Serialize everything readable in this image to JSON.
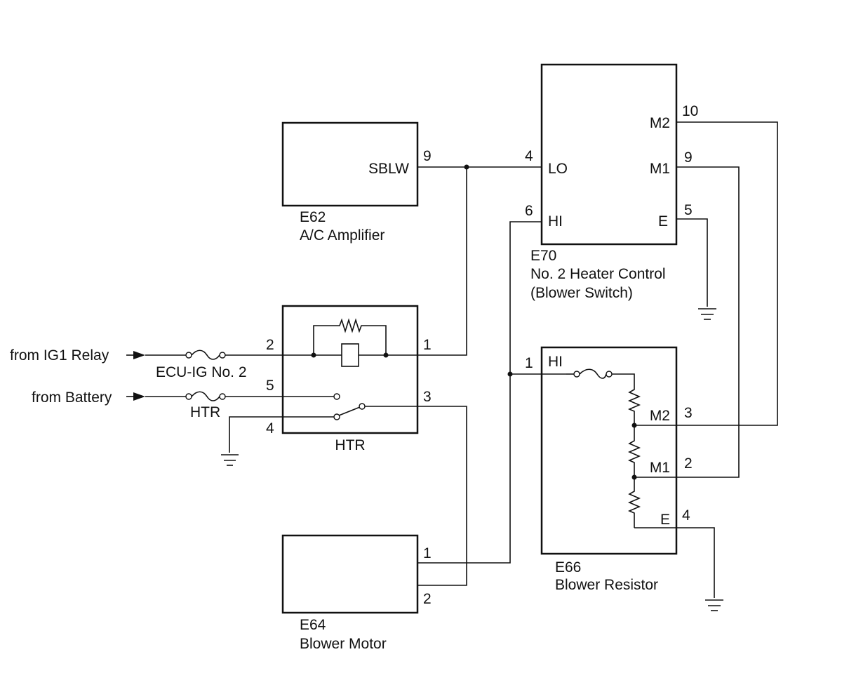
{
  "components": {
    "ac_amplifier": {
      "ref": "E62",
      "name": "A/C Amplifier",
      "pin_label": "SBLW",
      "pin": "9"
    },
    "heater_control": {
      "ref": "E70",
      "name_line1": "No. 2 Heater Control",
      "name_line2": "(Blower Switch)",
      "lo_label": "LO",
      "lo_pin": "4",
      "hi_label": "HI",
      "hi_pin": "6",
      "m2_label": "M2",
      "m2_pin": "10",
      "m1_label": "M1",
      "m1_pin": "9",
      "e_label": "E",
      "e_pin": "5"
    },
    "htr_relay": {
      "name": "HTR",
      "pin_in_coil": "2",
      "pin_out_coil": "1",
      "pin_battery": "5",
      "pin_ground": "4",
      "pin_switch": "3"
    },
    "blower_resistor": {
      "ref": "E66",
      "name": "Blower Resistor",
      "hi_label": "HI",
      "hi_pin": "1",
      "m2_label": "M2",
      "m2_pin": "3",
      "m1_label": "M1",
      "m1_pin": "2",
      "e_label": "E",
      "e_pin": "4"
    },
    "blower_motor": {
      "ref": "E64",
      "name": "Blower Motor",
      "pin_1": "1",
      "pin_2": "2"
    }
  },
  "sources": {
    "ig1": {
      "label": "from IG1 Relay",
      "fuse": "ECU-IG No. 2"
    },
    "battery": {
      "label": "from Battery",
      "fuse": "HTR"
    }
  }
}
